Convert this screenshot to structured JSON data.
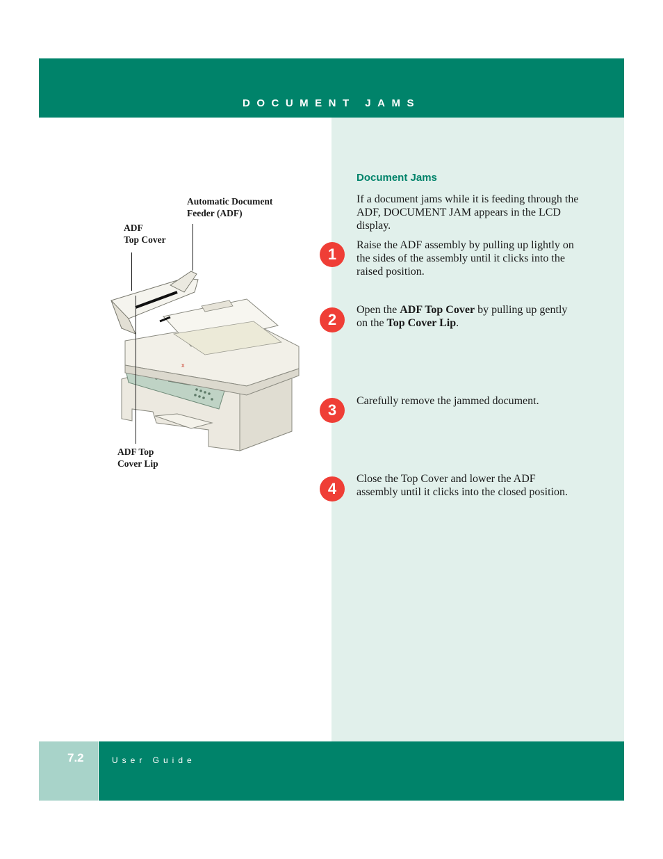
{
  "header": {
    "title": "DOCUMENT JAMS"
  },
  "footer": {
    "page_number": "7.2",
    "label": "User Guide"
  },
  "section": {
    "title": "Document Jams",
    "intro": "If a document jams while it is feeding through the ADF, DOCUMENT JAM appears in the LCD display."
  },
  "steps": [
    {
      "number": "1",
      "text": "Raise the ADF assembly by pulling up lightly on the sides of the assembly until it clicks into the raised position."
    },
    {
      "number": "2",
      "text_before": "Open the ",
      "bold1": "ADF Top Cover",
      "text_mid": " by pulling up gently on the ",
      "bold2": "Top Cover Lip",
      "text_after": "."
    },
    {
      "number": "3",
      "text": "Carefully remove the jammed document."
    },
    {
      "number": "4",
      "text": "Close the Top Cover and lower the ADF assembly until it clicks into the closed position."
    }
  ],
  "callouts": {
    "adf_line1": "Automatic Document",
    "adf_line2": "Feeder (ADF)",
    "top_cover_line1": "ADF",
    "top_cover_line2": "Top Cover",
    "lip_line1": "ADF Top",
    "lip_line2": "Cover Lip"
  },
  "colors": {
    "brand_green": "#00836a",
    "panel_tint": "#e1f0eb",
    "page_tab": "#a8d3c9",
    "step_red": "#ef3e36"
  }
}
